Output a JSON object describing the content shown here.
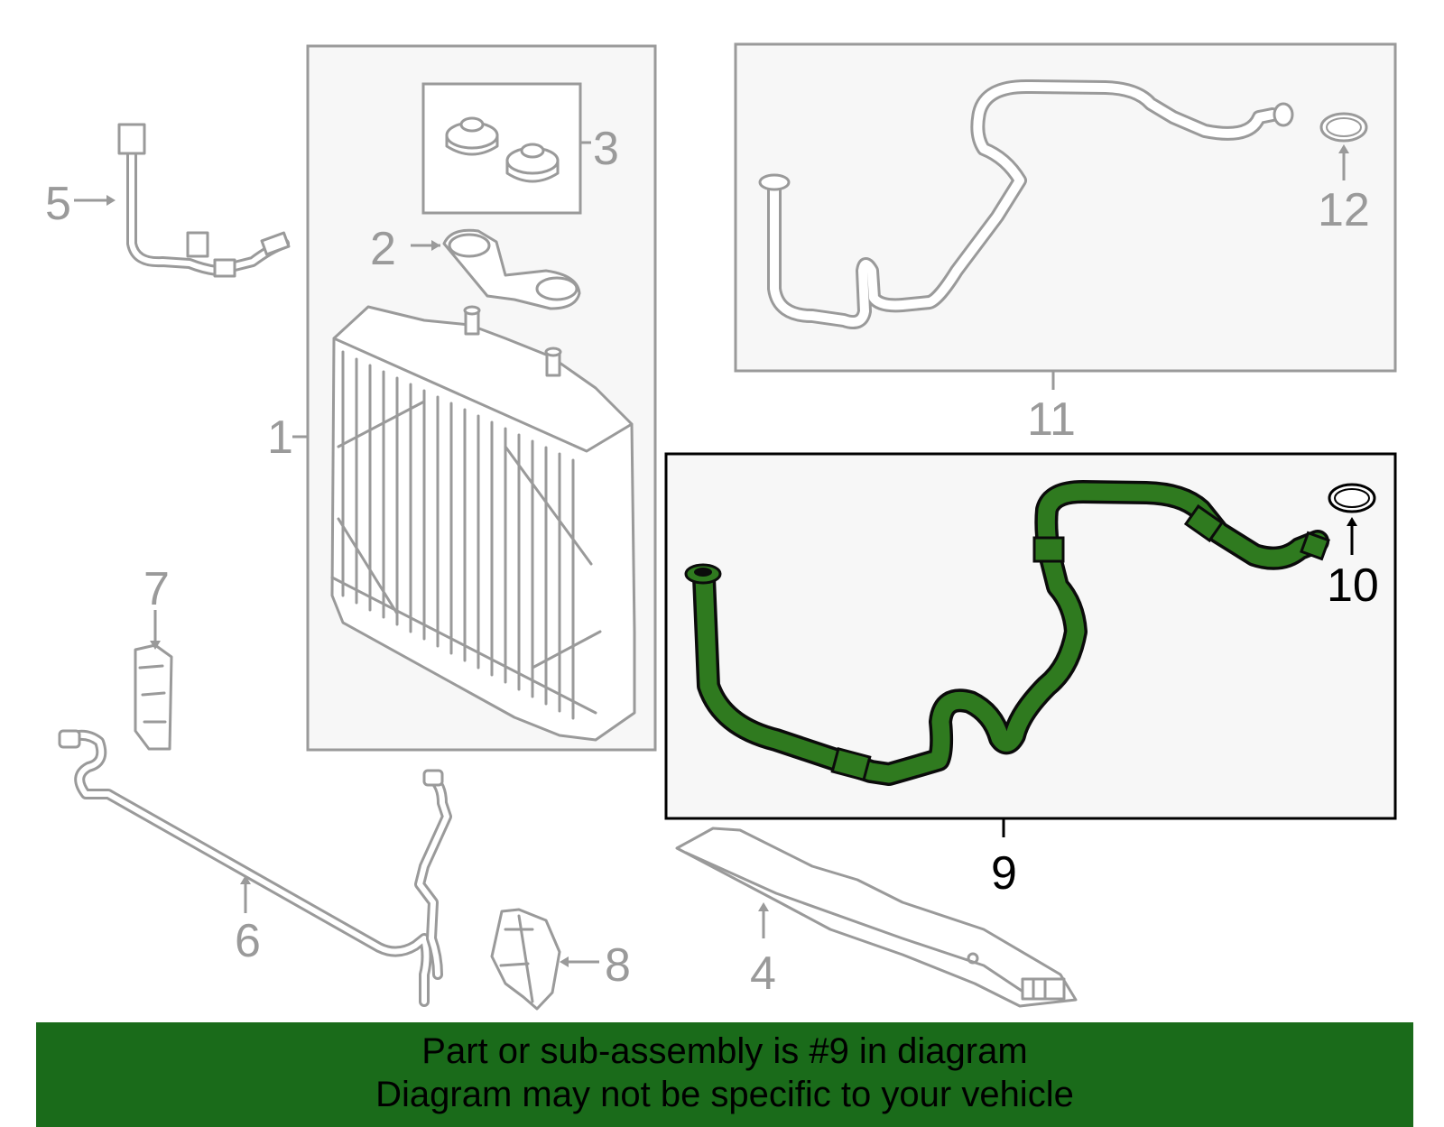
{
  "colors": {
    "highlight_part": "#2f7a1f",
    "highlight_outline": "#0b0b0b",
    "inactive_part": "#9a9a9a",
    "banner_background": "#1a6b1a",
    "panel_background": "#f7f7f7"
  },
  "callouts": {
    "c1": "1",
    "c2": "2",
    "c3": "3",
    "c4": "4",
    "c5": "5",
    "c6": "6",
    "c7": "7",
    "c8": "8",
    "c9": "9",
    "c10": "10",
    "c11": "11",
    "c12": "12"
  },
  "highlighted_callout": "9",
  "banner": {
    "line1": "Part or sub-assembly is #9 in diagram",
    "line2": "Diagram may not be specific to your vehicle"
  }
}
